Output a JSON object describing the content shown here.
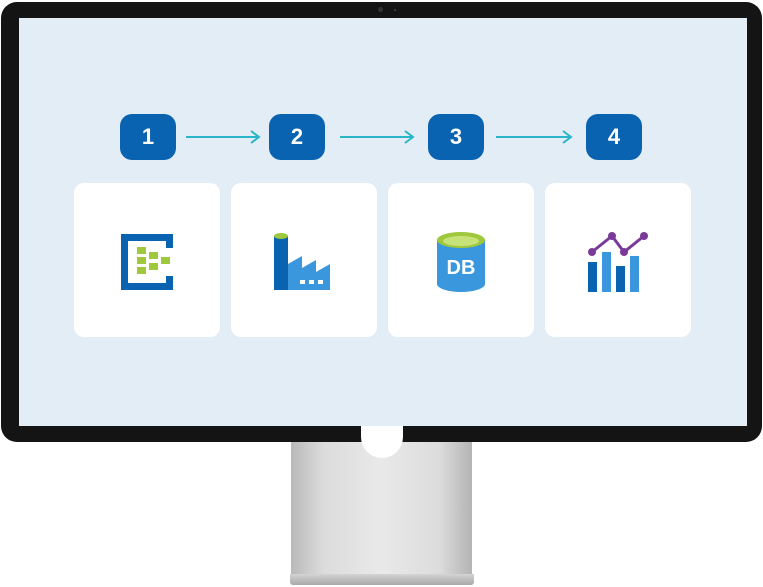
{
  "steps": [
    {
      "number": "1",
      "icon": "event-hubs-icon"
    },
    {
      "number": "2",
      "icon": "data-factory-icon"
    },
    {
      "number": "3",
      "icon": "database-icon",
      "icon_text": "DB"
    },
    {
      "number": "4",
      "icon": "analytics-chart-icon"
    }
  ],
  "colors": {
    "badge": "#0a63b0",
    "arrow": "#2bb5c8",
    "screen": "#e3edf6",
    "accent_green": "#9fc83c",
    "accent_purple": "#7a3a9a"
  }
}
